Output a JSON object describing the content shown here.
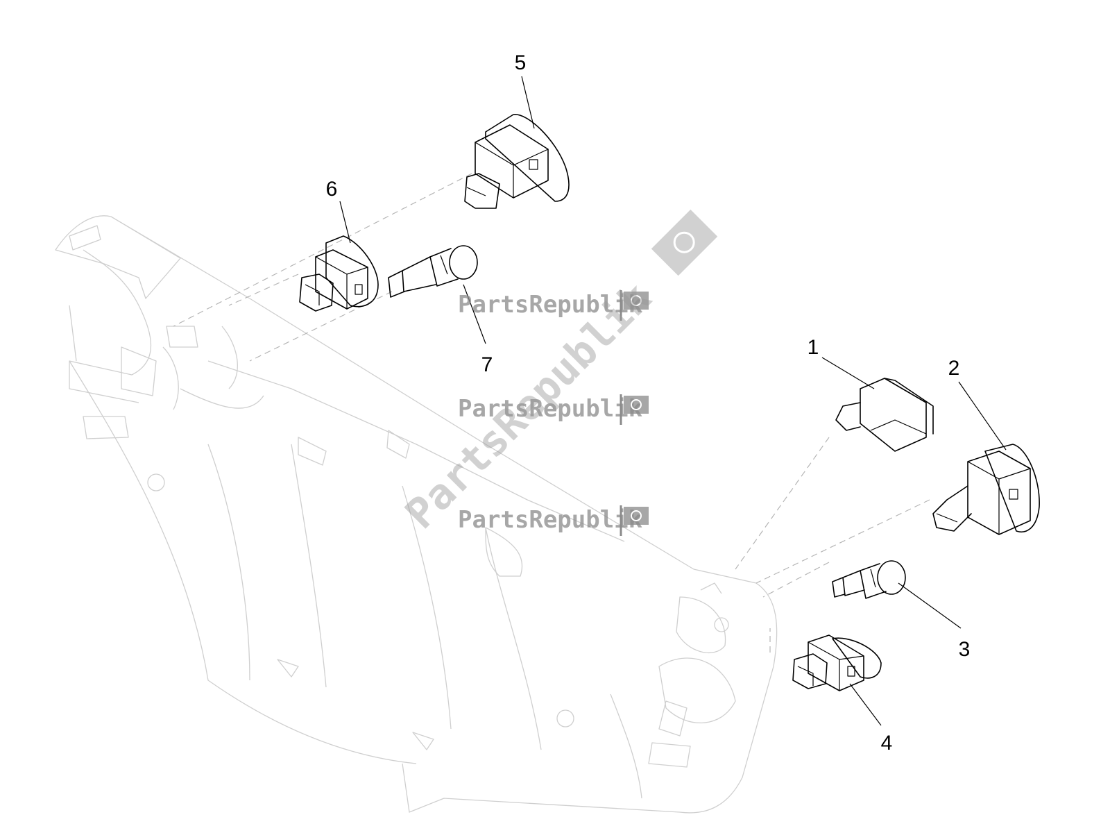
{
  "callouts": [
    {
      "id": "1",
      "label": "1"
    },
    {
      "id": "2",
      "label": "2"
    },
    {
      "id": "3",
      "label": "3"
    },
    {
      "id": "4",
      "label": "4"
    },
    {
      "id": "5",
      "label": "5"
    },
    {
      "id": "6",
      "label": "6"
    },
    {
      "id": "7",
      "label": "7"
    }
  ],
  "watermark": {
    "text": "PartsRepublik",
    "logo_icon": "gear-flag-icon",
    "color": "#8a8a8a"
  },
  "colors": {
    "part_outline": "#000000",
    "body_outline": "#cfcfcf",
    "dashed_guide": "#b5b5b5"
  }
}
